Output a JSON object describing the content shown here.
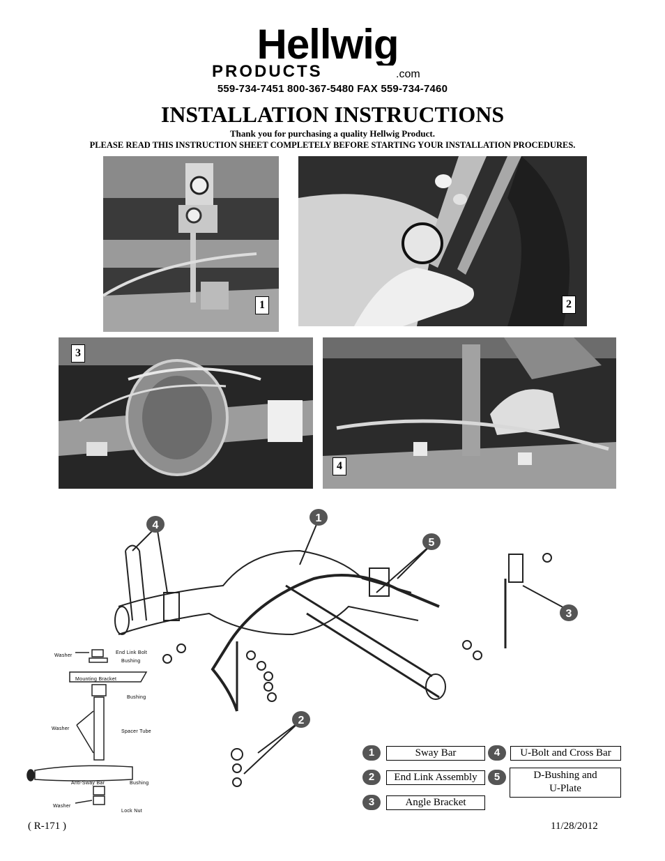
{
  "header": {
    "logo_word": "Hellwig",
    "logo_sub": "PRODUCTS",
    "logo_suffix": ".com",
    "phones": "559-734-7451   800-367-5480   FAX 559-734-7460",
    "title": "INSTALLATION INSTRUCTIONS",
    "thanks": "Thank you for purchasing a quality Hellwig Product.",
    "notice": "PLEASE READ THIS INSTRUCTION SHEET COMPLETELY BEFORE STARTING YOUR INSTALLATION PROCEDURES."
  },
  "photos": [
    {
      "number": "1"
    },
    {
      "number": "2"
    },
    {
      "number": "3"
    },
    {
      "number": "4"
    }
  ],
  "diagram": {
    "callouts": [
      "1",
      "2",
      "3",
      "4",
      "5"
    ],
    "end_link_labels": {
      "washer_top": "Washer",
      "end_link_bolt": "End Link Bolt",
      "bushing_1": "Bushing",
      "mounting_bracket": "Mounting Bracket",
      "bushing_2": "Bushing",
      "washer_mid": "Washer",
      "spacer_tube": "Spacer Tube",
      "anti_sway_bar": "Anti-Sway Bar",
      "bushing_3": "Bushing",
      "washer_bottom": "Washer",
      "lock_nut": "Lock Nut"
    }
  },
  "legend": [
    {
      "number": "1",
      "label": "Sway Bar"
    },
    {
      "number": "2",
      "label": "End Link Assembly"
    },
    {
      "number": "3",
      "label": "Angle Bracket"
    },
    {
      "number": "4",
      "label": "U-Bolt and Cross Bar"
    },
    {
      "number": "5",
      "label": "D-Bushing and U-Plate"
    }
  ],
  "footer": {
    "code": "( R-171 )",
    "date": "11/28/2012"
  }
}
